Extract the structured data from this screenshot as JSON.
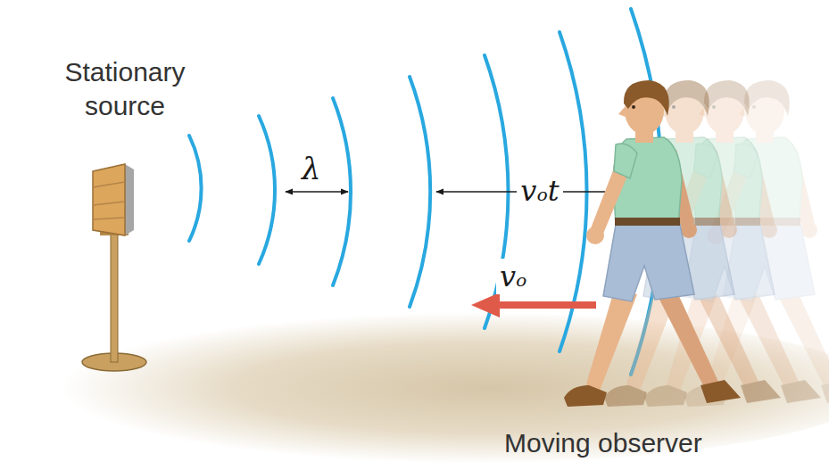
{
  "diagram": {
    "labels": [
      "Stationary source",
      "λ",
      "vₒt",
      "vₒ",
      "Moving observer"
    ]
  }
}
